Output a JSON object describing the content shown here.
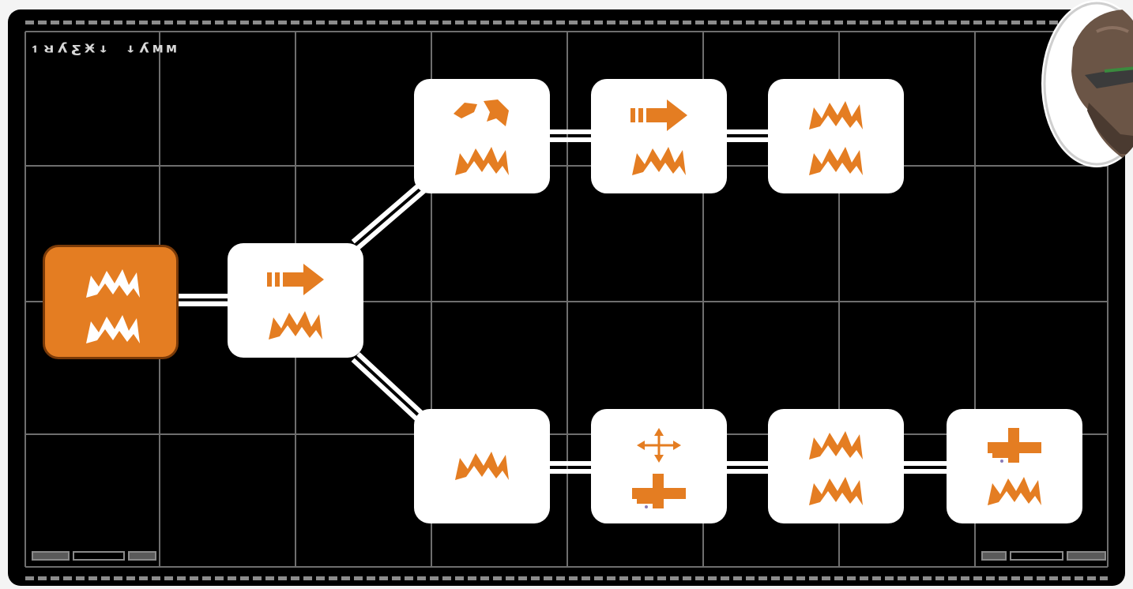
{
  "board": {
    "title": "↿ᴚʎƹӾ↓ ↓ʎмм",
    "colors": {
      "background": "#000000",
      "accent": "#e47d22",
      "tile": "#ffffff",
      "grid": "#6e6e6e"
    }
  },
  "nodes": [
    {
      "id": "start",
      "active": true,
      "icons": [
        "damage-burst-icon",
        "damage-burst-icon"
      ]
    },
    {
      "id": "n2",
      "active": false,
      "icons": [
        "move-arrow-icon",
        "damage-burst-icon"
      ]
    },
    {
      "id": "top-1",
      "active": false,
      "icons": [
        "splash-icon",
        "damage-burst-icon"
      ]
    },
    {
      "id": "top-2",
      "active": false,
      "icons": [
        "move-arrow-icon",
        "damage-burst-icon"
      ]
    },
    {
      "id": "top-3",
      "active": false,
      "icons": [
        "damage-burst-icon",
        "damage-burst-icon"
      ]
    },
    {
      "id": "bottom-1",
      "active": false,
      "icons": [
        "damage-burst-icon"
      ]
    },
    {
      "id": "bottom-2",
      "active": false,
      "icons": [
        "four-way-arrows-icon",
        "cover-block-icon"
      ]
    },
    {
      "id": "bottom-3",
      "active": false,
      "icons": [
        "damage-burst-icon",
        "damage-burst-icon"
      ]
    },
    {
      "id": "bottom-4",
      "active": false,
      "icons": [
        "cover-block-icon",
        "damage-burst-icon"
      ]
    }
  ],
  "portrait": {
    "icon": "trooper-helmet-icon"
  }
}
